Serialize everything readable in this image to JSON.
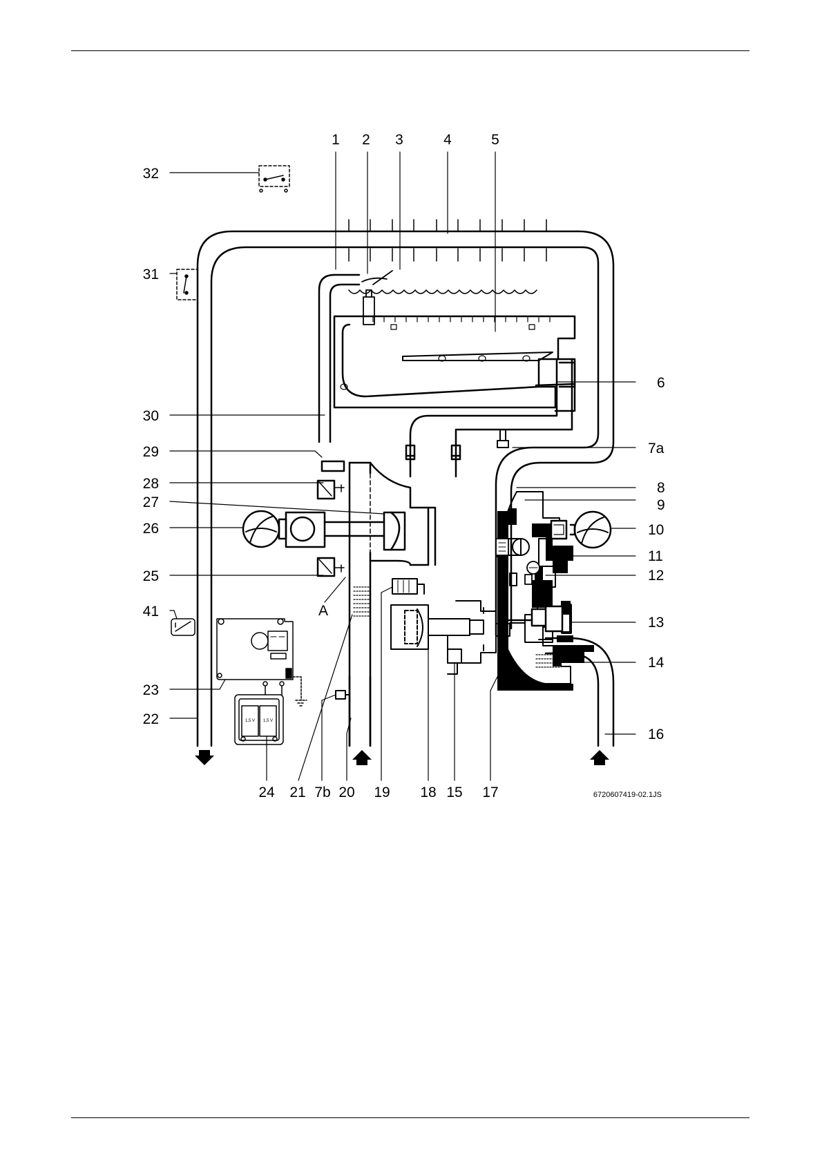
{
  "labels": {
    "l1": "1",
    "l2": "2",
    "l3": "3",
    "l4": "4",
    "l5": "5",
    "l6": "6",
    "l7a": "7a",
    "l8": "8",
    "l9": "9",
    "l10": "10",
    "l11": "11",
    "l12": "12",
    "l13": "13",
    "l14": "14",
    "l16": "16",
    "l32": "32",
    "l31": "31",
    "l30": "30",
    "l29": "29",
    "l28": "28",
    "l27": "27",
    "l26": "26",
    "l25": "25",
    "lA": "A",
    "l41": "41",
    "l23": "23",
    "l22": "22",
    "l24": "24",
    "l21": "21",
    "l7b": "7b",
    "l20": "20",
    "l19": "19",
    "l18": "18",
    "l15": "15",
    "l17": "17"
  },
  "drawing_code": "6720607419-02.1JS",
  "battery_labels": [
    "1,5 V",
    "1,5 V"
  ],
  "colors": {
    "line": "#000000",
    "background": "#ffffff"
  }
}
